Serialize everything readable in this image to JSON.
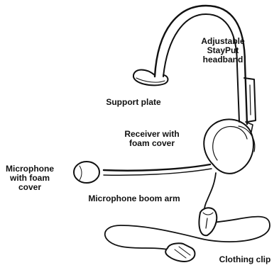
{
  "labels": {
    "headband": [
      "Adjustable",
      "StayPut",
      "headband"
    ],
    "support_plate": "Support plate",
    "receiver": [
      "Receiver with",
      "foam cover"
    ],
    "microphone": [
      "Microphone",
      "with foam",
      "cover"
    ],
    "boom_arm": "Microphone boom arm",
    "clothing_clip": "Clothing clip"
  },
  "colors": {
    "ink": "#111111",
    "background": "#ffffff"
  }
}
